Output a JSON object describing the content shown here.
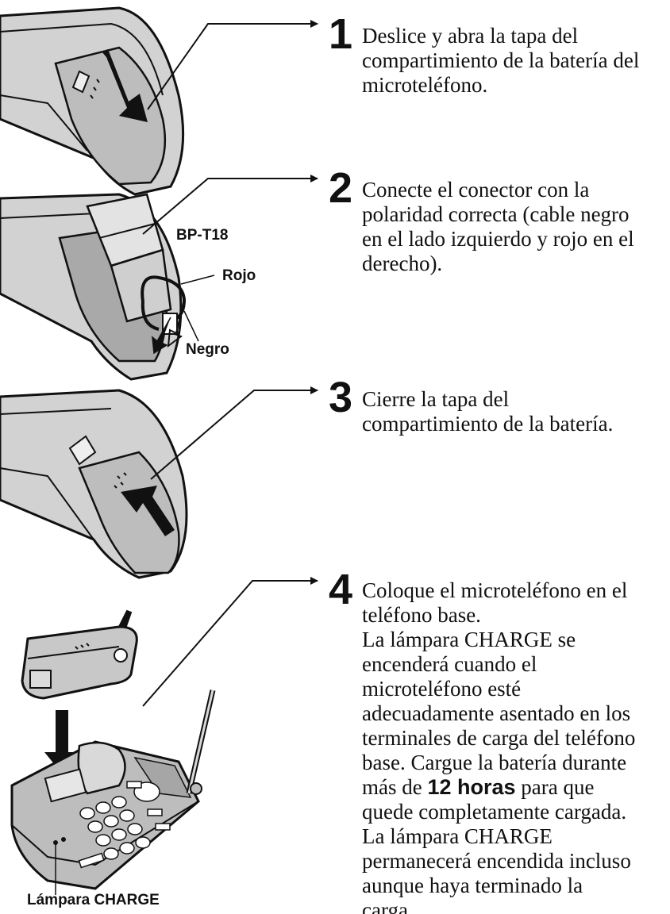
{
  "steps": [
    {
      "number": "1",
      "text": "Deslice y abra la tapa del\ncompartimiento de la batería del\nmicroteléfono."
    },
    {
      "number": "2",
      "text": "Conecte el conector con la\npolaridad correcta (cable negro\nen el lado izquierdo y rojo en el\nderecho)."
    },
    {
      "number": "3",
      "text": "Cierre la tapa del\ncompartimiento de la batería."
    },
    {
      "number": "4",
      "text_part1": "Coloque el microteléfono en el\nteléfono base.\nLa lámpara CHARGE se\nencenderá cuando el\nmicroteléfono esté\nadecuadamente asentado en los\nterminales de carga del teléfono\nbase.  Cargue la batería durante\nmás de ",
      "text_bold": "12 horas",
      "text_part2": " para que\nquede completamente cargada.\nLa lámpara CHARGE\npermanecerá encendida incluso\naunque haya terminado la\ncarga."
    }
  ],
  "labels": {
    "battery": "BP-T18",
    "red": "Rojo",
    "black": "Negro",
    "charge_lamp": "Lámpara CHARGE"
  }
}
